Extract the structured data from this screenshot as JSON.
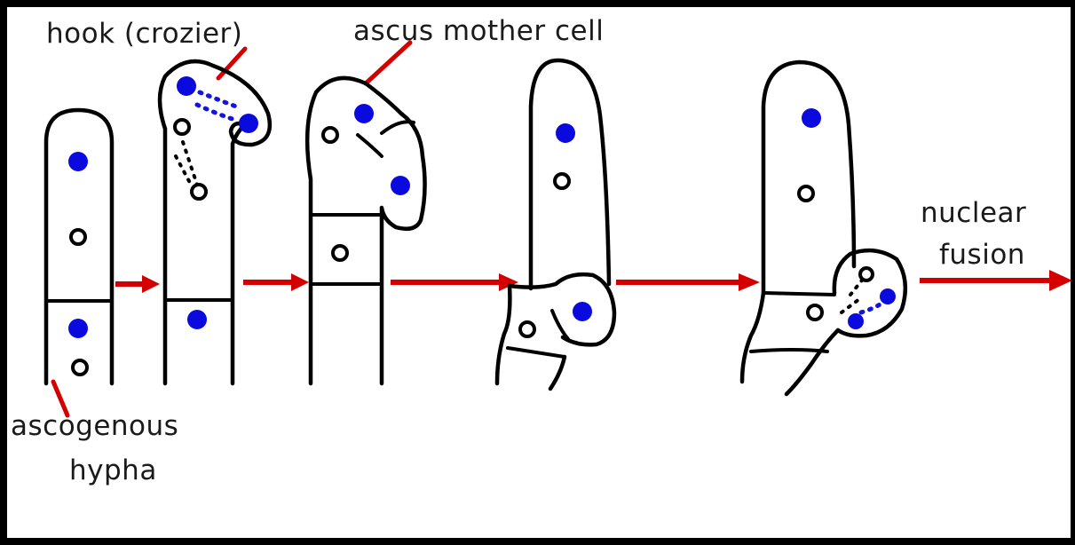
{
  "labels": {
    "hook": "hook (crozier)",
    "ascus_mother_cell": "ascus mother cell",
    "ascogenous_line1": "ascogenous",
    "ascogenous_line2": "hypha",
    "nuclear_line1": "nuclear",
    "nuclear_line2": "fusion"
  },
  "colors": {
    "border": "#000000",
    "background": "#ffffff",
    "arrow": "#d40000",
    "nucleus_blue": "#0a0adf",
    "nucleus_open": "#ffffff"
  }
}
